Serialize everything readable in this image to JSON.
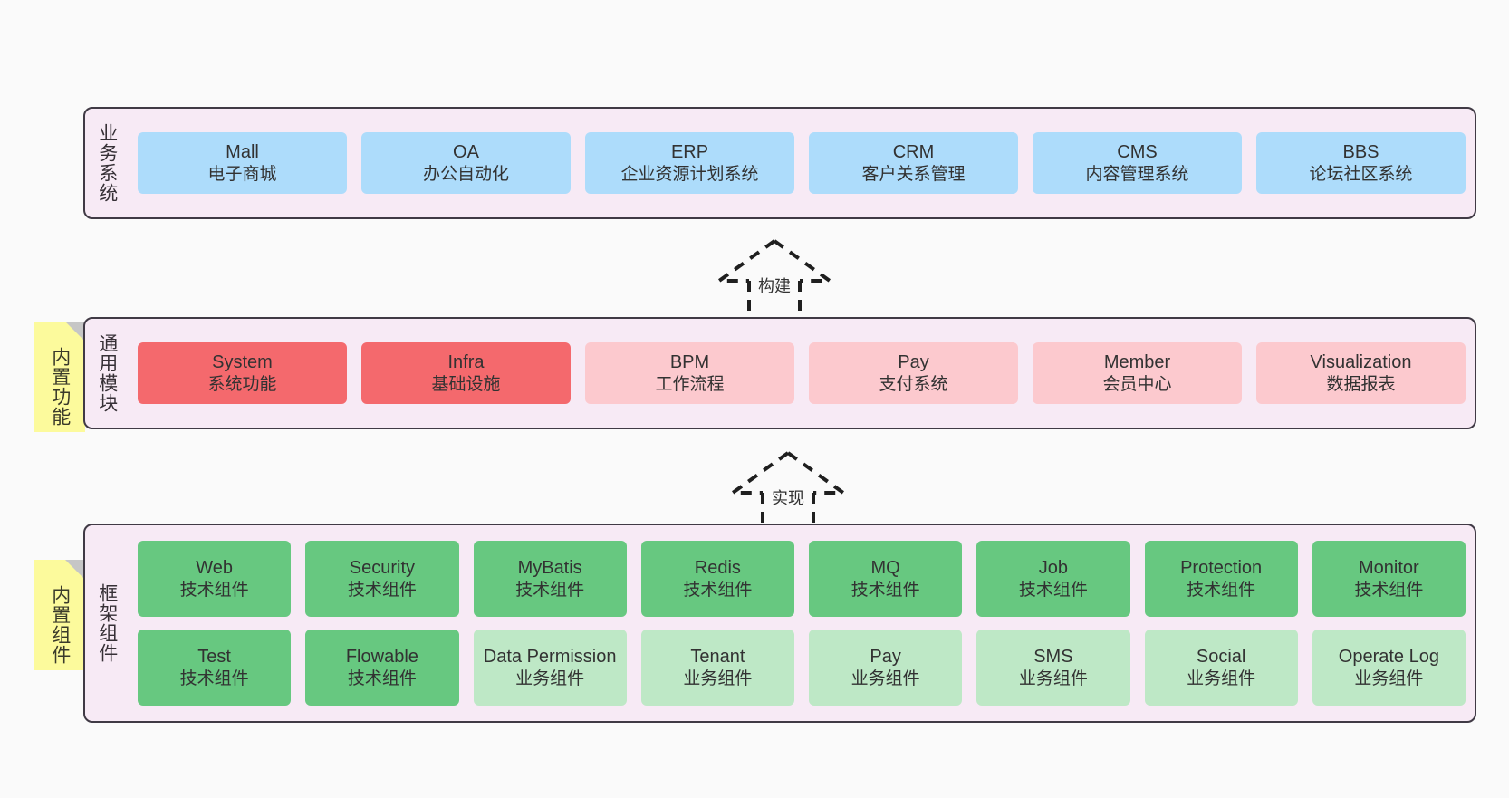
{
  "diagram": {
    "background": "#FAFAFA",
    "panel_bg": "#F7EAF5",
    "panel_border": "#403A45",
    "colors": {
      "blue": "#ADDCFB",
      "red": "#F4696D",
      "pink": "#FCC9CE",
      "green": "#67C880",
      "light_green": "#BEE8C6",
      "note_yellow": "#FCFA9C",
      "note_fold": "#C6C6C6"
    }
  },
  "layers": [
    {
      "id": "business-system",
      "title": "业务系统",
      "boxes": [
        {
          "title": "Mall",
          "sub": "电子商城",
          "color": "blue"
        },
        {
          "title": "OA",
          "sub": "办公自动化",
          "color": "blue"
        },
        {
          "title": "ERP",
          "sub": "企业资源计划系统",
          "color": "blue"
        },
        {
          "title": "CRM",
          "sub": "客户关系管理",
          "color": "blue"
        },
        {
          "title": "CMS",
          "sub": "内容管理系统",
          "color": "blue"
        },
        {
          "title": "BBS",
          "sub": "论坛社区系统",
          "color": "blue"
        }
      ]
    },
    {
      "id": "common-module",
      "title": "通用模块",
      "note": "内置功能",
      "boxes": [
        {
          "title": "System",
          "sub": "系统功能",
          "color": "red"
        },
        {
          "title": "Infra",
          "sub": "基础设施",
          "color": "red"
        },
        {
          "title": "BPM",
          "sub": "工作流程",
          "color": "pink"
        },
        {
          "title": "Pay",
          "sub": "支付系统",
          "color": "pink"
        },
        {
          "title": "Member",
          "sub": "会员中心",
          "color": "pink"
        },
        {
          "title": "Visualization",
          "sub": "数据报表",
          "color": "pink"
        }
      ]
    },
    {
      "id": "framework-component",
      "title": "框架组件",
      "note": "内置组件",
      "boxes_row1": [
        {
          "title": "Web",
          "sub": "技术组件",
          "color": "green"
        },
        {
          "title": "Security",
          "sub": "技术组件",
          "color": "green"
        },
        {
          "title": "MyBatis",
          "sub": "技术组件",
          "color": "green"
        },
        {
          "title": "Redis",
          "sub": "技术组件",
          "color": "green"
        },
        {
          "title": "MQ",
          "sub": "技术组件",
          "color": "green"
        },
        {
          "title": "Job",
          "sub": "技术组件",
          "color": "green"
        },
        {
          "title": "Protection",
          "sub": "技术组件",
          "color": "green"
        },
        {
          "title": "Monitor",
          "sub": "技术组件",
          "color": "green"
        }
      ],
      "boxes_row2": [
        {
          "title": "Test",
          "sub": "技术组件",
          "color": "green"
        },
        {
          "title": "Flowable",
          "sub": "技术组件",
          "color": "green"
        },
        {
          "title": "Data Permission",
          "sub": "业务组件",
          "color": "light_green"
        },
        {
          "title": "Tenant",
          "sub": "业务组件",
          "color": "light_green"
        },
        {
          "title": "Pay",
          "sub": "业务组件",
          "color": "light_green"
        },
        {
          "title": "SMS",
          "sub": "业务组件",
          "color": "light_green"
        },
        {
          "title": "Social",
          "sub": "业务组件",
          "color": "light_green"
        },
        {
          "title": "Operate Log",
          "sub": "业务组件",
          "color": "light_green"
        }
      ]
    }
  ],
  "connectors": [
    {
      "id": "build",
      "label": "构建"
    },
    {
      "id": "implement",
      "label": "实现"
    }
  ]
}
